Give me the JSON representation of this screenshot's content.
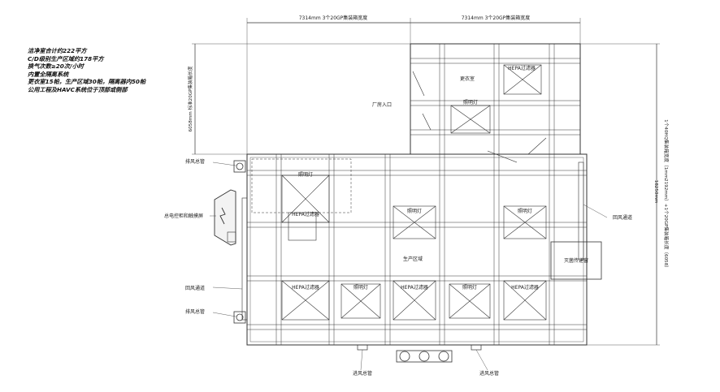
{
  "notes": [
    "洁净室合计约222平方",
    "C/D级别生产区域约178平方",
    "换气次数≥20次/小时",
    "内置全隔离系统",
    "更衣室15帕，生产区域30帕，隔离器内50帕",
    "公用工程及HAVC系统位于顶部或侧部"
  ],
  "dimensions": {
    "top_left": "7314mm 3个20GP集装箱宽度",
    "top_right": "7314mm 3个20GP集装箱宽度",
    "left_vertical": "6058mm 标准20GP集装箱长度",
    "right_total": "18250mm",
    "right_note": "1个40HQ集装箱宽度（1mm2192mm）+1个20GP集装箱长度（6058）"
  },
  "labels": {
    "changing_room": "更衣室",
    "factory_entrance": "厂房入口",
    "production_area": "生产区域",
    "hepa_filter": "HEPA过滤器",
    "lighting": "照明灯",
    "exhaust_main": "排风总管",
    "electrical_cabinet": "总电控柜和触摸屏",
    "return_air_channel": "回风通道",
    "supply_air_main": "进风总管",
    "transfer_channel": "灭菌传递窗"
  }
}
